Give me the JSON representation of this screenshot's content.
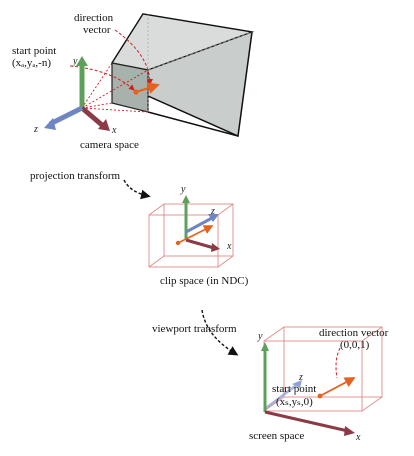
{
  "colors": {
    "frustum": "#c9cdcb",
    "frustum_near": "#a9b1ad",
    "box_edge": "#e08a8a",
    "dashed_ray": "#d11f1f",
    "orange": "#e4621e",
    "axis_y": "#5ea05a",
    "axis_x": "#8a3b45",
    "axis_z": "#6f86c4",
    "flow_arrow": "#111111"
  },
  "panels": {
    "camera": {
      "caption": "camera space",
      "direction_label_line1": "direction",
      "direction_label_line2": "vector",
      "start_label_line1": "start point",
      "start_label_line2": "(xₐ,yₐ,-n)",
      "axis_y": "y",
      "axis_x": "x",
      "axis_z": "z"
    },
    "clip": {
      "caption": "clip space (in NDC)",
      "axis_y": "y",
      "axis_x": "x",
      "axis_z": "z"
    },
    "screen": {
      "caption": "screen space",
      "direction_label_line1": "direction vector",
      "direction_label_line2": "(0,0,1)",
      "start_label_line1": "start point",
      "start_label_line2": "(xₛ,yₛ,0)",
      "axis_y": "y",
      "axis_x": "x",
      "axis_z": "z"
    }
  },
  "transforms": {
    "projection": "projection transform",
    "viewport": "viewport transform"
  }
}
